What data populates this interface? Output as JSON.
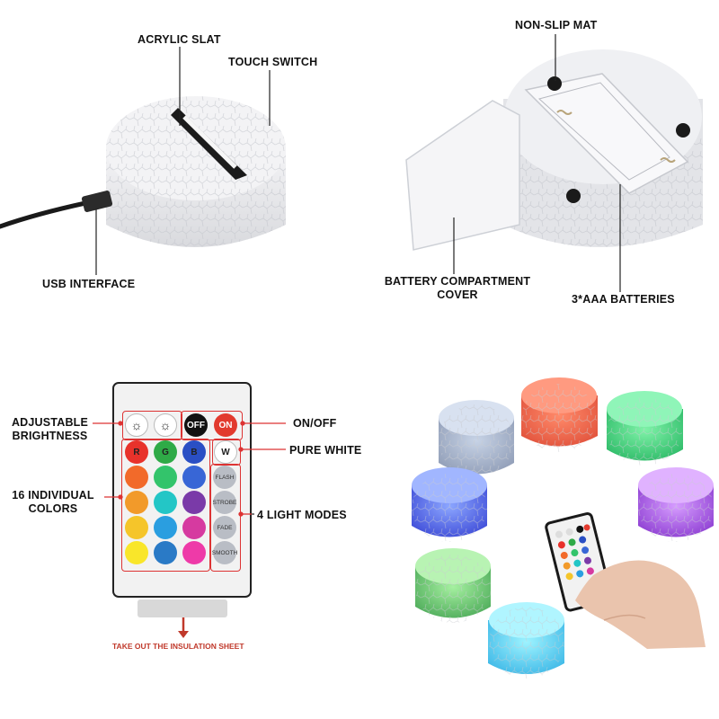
{
  "top_left": {
    "labels": {
      "acrylic_slat": "ACRYLIC SLAT",
      "touch_switch": "TOUCH SWITCH",
      "usb_interface": "USB INTERFACE"
    }
  },
  "top_right": {
    "labels": {
      "non_slip_mat": "NON-SLIP MAT",
      "battery_cover_line1": "BATTERY COMPARTMENT",
      "battery_cover_line2": "COVER",
      "batteries": "3*AAA BATTERIES"
    }
  },
  "remote": {
    "labels": {
      "brightness_line1": "ADJUSTABLE",
      "brightness_line2": "BRIGHTNESS",
      "on_off": "ON/OFF",
      "pure_white": "PURE WHITE",
      "colors_line1": "16 INDIVIDUAL",
      "colors_line2": "COLORS",
      "light_modes": "4 LIGHT MODES",
      "insulation": "TAKE OUT THE INSULATION SHEET"
    },
    "buttons": {
      "off": "OFF",
      "on": "ON",
      "r": "R",
      "g": "G",
      "b": "B",
      "w": "W"
    },
    "modes": [
      "FLASH",
      "STROBE",
      "FADE",
      "SMOOTH"
    ],
    "colors": {
      "off_bg": "#111111",
      "on_bg": "#e23a2e",
      "r_bg": "#e8322b",
      "g_bg": "#2faa47",
      "b_bg": "#2a4fc4",
      "grid": [
        [
          "#f26a2a",
          "#33c46b",
          "#3866d6"
        ],
        [
          "#f29a2a",
          "#23c6c6",
          "#7a3aa8"
        ],
        [
          "#f5c52a",
          "#2a9ee0",
          "#d63aa0"
        ],
        [
          "#f9e62a",
          "#2a7ac6",
          "#ee3aa8"
        ]
      ]
    }
  }
}
